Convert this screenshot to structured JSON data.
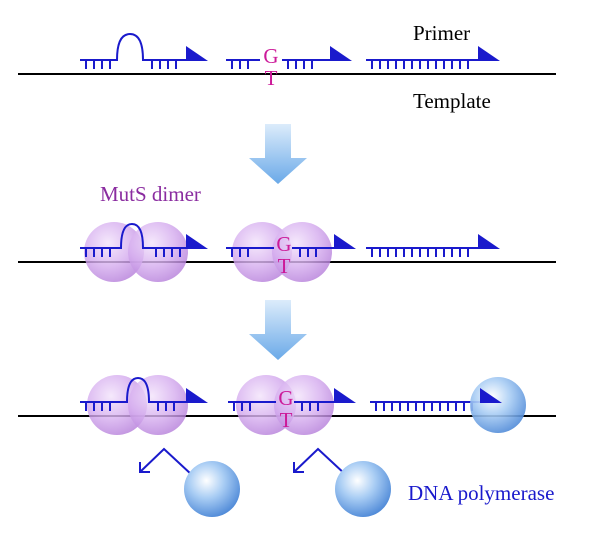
{
  "labels": {
    "primer": "Primer",
    "template": "Template",
    "muts_dimer": "MutS dimer",
    "dna_polymerase": "DNA polymerase"
  },
  "mismatch": {
    "top_base": "G",
    "bottom_base": "T"
  },
  "colors": {
    "strand": "#1a1acc",
    "template_line": "#000000",
    "mismatch_text": "#cc1a99",
    "muts_label": "#8a2ca0",
    "muts_protein": "#c89ae6",
    "polymerase": "#5b9be0",
    "polymerase_label": "#1a1acc",
    "arrow": "#9cc8f0"
  }
}
